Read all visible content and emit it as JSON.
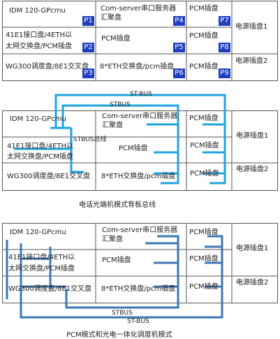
{
  "panel1": {
    "slots": {
      "idm": "IDM 120-GPcmu",
      "comserver": "Com-server串口服务器汇聚盘",
      "pcm_top": "PCM插盘",
      "e1_line1": "41E1接口盘/4ETH以",
      "e1_line2": "太网交换盘/PCM插盘",
      "pcm_mid": "PCM插盘",
      "pcm_right_mid": "PCM插盘",
      "wg": "WG300调度盘/8E1交叉盘",
      "eth": "8*ETH交换盘/pcm插盘",
      "pcm_bottom": "PCM插盘",
      "power1": "电源插盘1",
      "power2": "电源插盘2"
    },
    "badges": [
      "P1",
      "P2",
      "P3",
      "P4",
      "P5",
      "P6",
      "P7",
      "P8",
      "P9"
    ]
  },
  "panel2": {
    "slots": {
      "idm": "IDM 120-GPcmu",
      "comserver": "Com-server串口服务器汇聚盘",
      "pcm_top": "PCM插盘",
      "e1_line1": "41E1接口盘/4ETH以",
      "e1_line2": "太网交换盘/PCM插盘",
      "pcm_mid": "PCM插盘",
      "pcm_right_mid": "PCM插盘",
      "wg": "WG300调度盘/8E1交叉盘",
      "eth": "8*ETH交换盘/pcm插盘",
      "pcm_bottom": "PCM插盘",
      "power1": "电源插盘1",
      "power2": "电源插盘2"
    },
    "buses": {
      "outer": "ST-BUS",
      "inner": "STBUS",
      "side": "STBUS总线"
    },
    "caption": "电话光端机模式背板总线",
    "colors": {
      "bus": "#1fa3e0"
    }
  },
  "panel3": {
    "slots": {
      "idm": "IDM 120-GPcmu",
      "comserver": "Com-server串口服务器汇聚盘",
      "pcm_top": "PCM插盘",
      "e1_line1": "41E1接口盘/4ETH以",
      "e1_line2": "太网交换盘/PCM插盘",
      "pcm_mid": "PCM插盘",
      "pcm_right_mid": "PCM插盘",
      "wg": "WG300调度盘/8E1交叉盘",
      "eth": "8*ETH交换盘/pcm插盘",
      "pcm_bottom": "PCM插盘",
      "power1": "电源插盘1",
      "power2": "电源插盘2"
    },
    "buses": {
      "inner": "STBUS",
      "outer": "ST-BUS"
    },
    "caption": "PCM模式和光电一体化调度机模式",
    "colors": {
      "bus": "#3b77b3"
    }
  },
  "colors": {
    "badge": "#1f3fbf",
    "grid": "#555555"
  }
}
